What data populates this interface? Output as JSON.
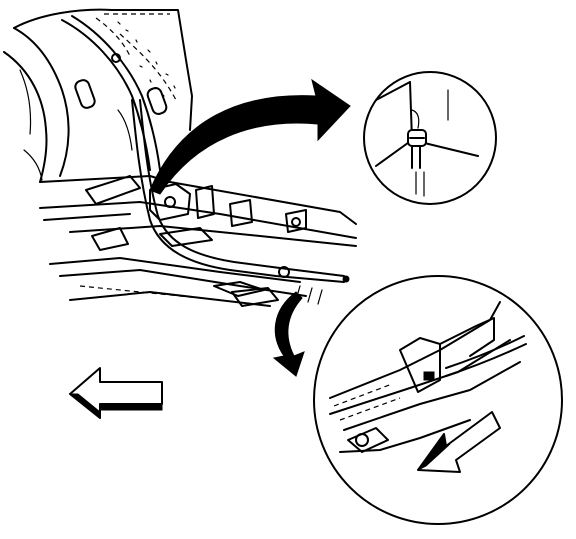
{
  "diagram": {
    "type": "line-art service illustration",
    "colors": {
      "ink": "#000000",
      "paper": "#ffffff"
    },
    "views": [
      "main-underbody-view",
      "detail-view-upper",
      "detail-view-lower"
    ],
    "arrows": [
      {
        "role": "callout",
        "target": "detail-view-upper",
        "style": "solid black curved"
      },
      {
        "role": "callout",
        "target": "detail-view-lower",
        "style": "solid black curved"
      },
      {
        "role": "direction",
        "points": "left",
        "style": "outlined block arrow"
      },
      {
        "role": "direction",
        "points": "down-left",
        "style": "outlined block arrow"
      }
    ]
  }
}
